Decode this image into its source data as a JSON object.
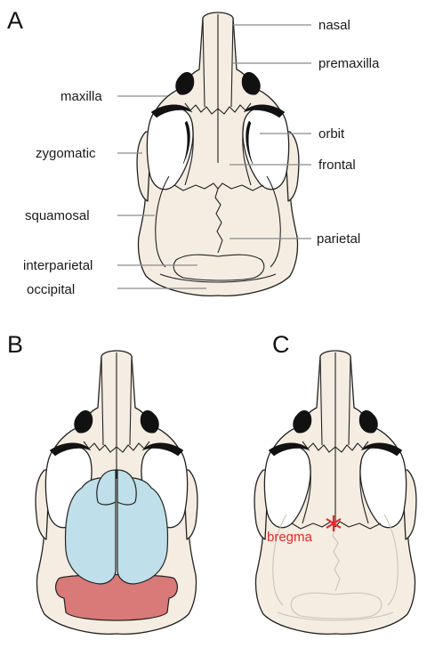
{
  "panels": [
    {
      "id": "A",
      "letter": "A"
    },
    {
      "id": "B",
      "letter": "B"
    },
    {
      "id": "C",
      "letter": "C"
    }
  ],
  "labels": {
    "nasal": "nasal",
    "premaxilla": "premaxilla",
    "maxilla": "maxilla",
    "orbit": "orbit",
    "zygomatic": "zygomatic",
    "frontal": "frontal",
    "squamosal": "squamosal",
    "parietal": "parietal",
    "interparietal": "interparietal",
    "occipital": "occipital",
    "bregma": "bregma"
  },
  "colors": {
    "bone": "#f5ede2",
    "outline": "#222222",
    "cerebrum": "#bfe0ea",
    "cerebellum": "#d97a78",
    "bregma": "#e8282a"
  }
}
